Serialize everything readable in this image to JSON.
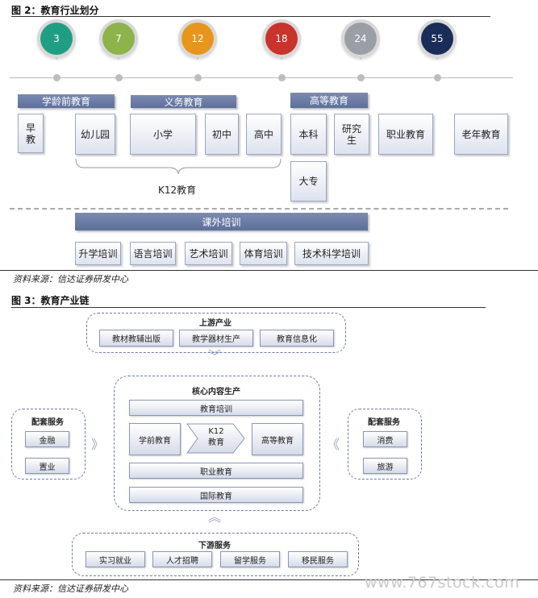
{
  "fig2": {
    "title": "图 2：教育行业划分",
    "ages": [
      {
        "label": "3",
        "color": "#1f9e84"
      },
      {
        "label": "7",
        "color": "#8eb34b"
      },
      {
        "label": "12",
        "color": "#e8951e"
      },
      {
        "label": "18",
        "color": "#c8332b"
      },
      {
        "label": "24",
        "color": "#9a9fa6"
      },
      {
        "label": "55",
        "color": "#1a2c58"
      }
    ],
    "headers": {
      "preschool": "学龄前教育",
      "compulsory": "义务教育",
      "higher": "高等教育",
      "extra": "课外培训"
    },
    "stages": {
      "early": "早\n教",
      "kindergarten": "幼儿园",
      "primary": "小学",
      "junior": "初中",
      "senior": "高中",
      "bachelor": "本科",
      "graduate": "研究\n生",
      "vocational": "职业教育",
      "senior_edu": "老年教育",
      "college": "大专"
    },
    "k12_label": "K12教育",
    "training": [
      "升学培训",
      "语言培训",
      "艺术培训",
      "体育培训",
      "技术科学培训"
    ],
    "source": "资料来源：信达证券研发中心"
  },
  "fig3": {
    "title": "图 3：教育产业链",
    "upstream": {
      "label": "上游产业",
      "items": [
        "教材教辅出版",
        "教学器材生产",
        "教育信息化"
      ]
    },
    "core": {
      "label": "核心内容生产",
      "training": "教育培训",
      "preschool": "学前教育",
      "k12": "K12\n教育",
      "higher": "高等教育",
      "vocational": "职业教育",
      "international": "国际教育"
    },
    "left_support": {
      "label": "配套服务",
      "items": [
        "金融",
        "置业"
      ]
    },
    "right_support": {
      "label": "配套服务",
      "items": [
        "消费",
        "旅游"
      ]
    },
    "downstream": {
      "label": "下游服务",
      "items": [
        "实习就业",
        "人才招聘",
        "留学服务",
        "移民服务"
      ]
    },
    "source": "资料来源：信达证券研发中心"
  },
  "watermark": "www.767stock.com"
}
